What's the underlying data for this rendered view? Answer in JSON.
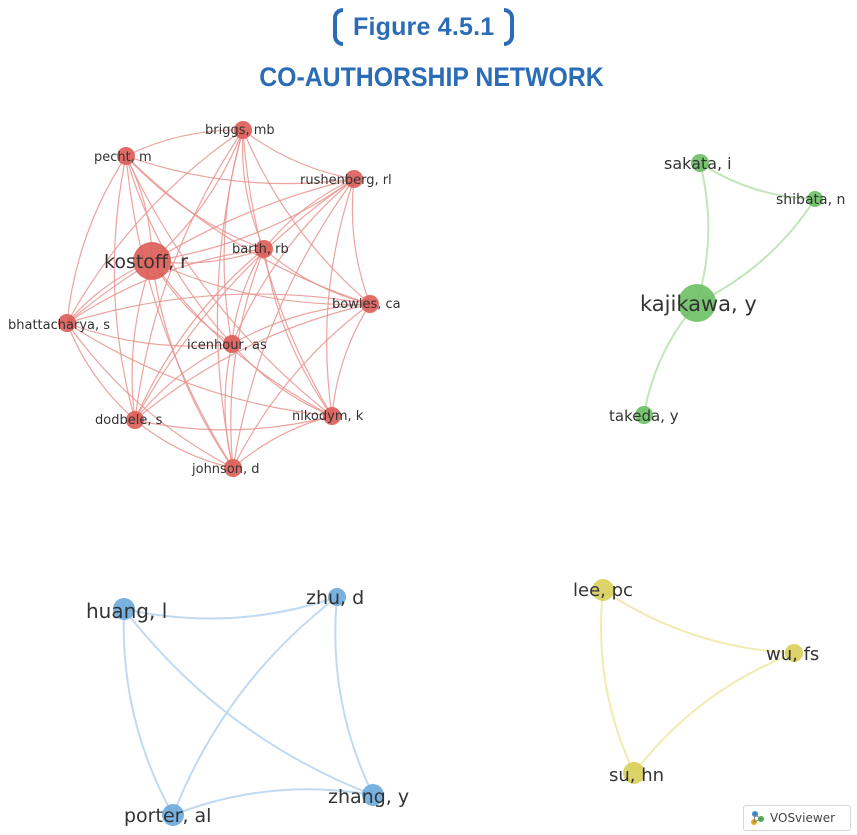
{
  "figure_label": "Figure 4.5.1",
  "title": "CO-AUTHORSHIP NETWORK",
  "watermark": "VOSviewer",
  "icons": {
    "watermark": "vosviewer-logo-icon",
    "brackets": "bracket-frame-icon"
  },
  "colors": {
    "heading": "#2a6db6",
    "cluster_red": "#d9534f",
    "cluster_green": "#5cb85c",
    "cluster_blue": "#5b9bd5",
    "cluster_yellow": "#d4c84a"
  },
  "clusters": [
    {
      "id": "red",
      "node_color": "#db5c57",
      "edge_color": "#e8948f",
      "nodes": [
        {
          "id": "kostoff",
          "label": "kostoff, r",
          "weight": 5
        },
        {
          "id": "briggs",
          "label": "briggs, mb",
          "weight": 2
        },
        {
          "id": "pecht",
          "label": "pecht, m",
          "weight": 2
        },
        {
          "id": "rushenberg",
          "label": "rushenberg, rl",
          "weight": 2
        },
        {
          "id": "barth",
          "label": "barth, rb",
          "weight": 2
        },
        {
          "id": "bowles",
          "label": "bowles, ca",
          "weight": 2
        },
        {
          "id": "bhattacharya",
          "label": "bhattacharya, s",
          "weight": 2
        },
        {
          "id": "icenhour",
          "label": "icenhour, as",
          "weight": 2
        },
        {
          "id": "dodbele",
          "label": "dodbele, s",
          "weight": 2
        },
        {
          "id": "nikodym",
          "label": "nikodym, k",
          "weight": 2
        },
        {
          "id": "johnson",
          "label": "johnson, d",
          "weight": 2
        }
      ],
      "fully_connected": true
    },
    {
      "id": "green",
      "node_color": "#6cbf62",
      "edge_color": "#b7e0ad",
      "nodes": [
        {
          "id": "sakata",
          "label": "sakata, i",
          "weight": 2
        },
        {
          "id": "shibata",
          "label": "shibata, n",
          "weight": 1
        },
        {
          "id": "kajikawa",
          "label": "kajikawa, y",
          "weight": 5
        },
        {
          "id": "takeda",
          "label": "takeda, y",
          "weight": 2
        }
      ],
      "edges": [
        [
          "kajikawa",
          "sakata"
        ],
        [
          "kajikawa",
          "shibata"
        ],
        [
          "kajikawa",
          "takeda"
        ],
        [
          "sakata",
          "shibata"
        ]
      ]
    },
    {
      "id": "blue",
      "node_color": "#6aa8dc",
      "edge_color": "#b5d4ef",
      "nodes": [
        {
          "id": "huang",
          "label": "huang, l",
          "weight": 3
        },
        {
          "id": "zhu",
          "label": "zhu, d",
          "weight": 2
        },
        {
          "id": "zhang",
          "label": "zhang, y",
          "weight": 3
        },
        {
          "id": "porter",
          "label": "porter, al",
          "weight": 3
        }
      ],
      "edges": [
        [
          "huang",
          "zhu"
        ],
        [
          "huang",
          "zhang"
        ],
        [
          "huang",
          "porter"
        ],
        [
          "zhu",
          "zhang"
        ],
        [
          "zhu",
          "porter"
        ],
        [
          "zhang",
          "porter"
        ]
      ]
    },
    {
      "id": "yellow",
      "node_color": "#d8cf5a",
      "edge_color": "#ece9a4",
      "nodes": [
        {
          "id": "lee",
          "label": "lee, pc",
          "weight": 3
        },
        {
          "id": "wu",
          "label": "wu, fs",
          "weight": 2
        },
        {
          "id": "su",
          "label": "su, hn",
          "weight": 3
        }
      ],
      "edges": [
        [
          "lee",
          "wu"
        ],
        [
          "lee",
          "su"
        ],
        [
          "wu",
          "su"
        ]
      ]
    }
  ]
}
